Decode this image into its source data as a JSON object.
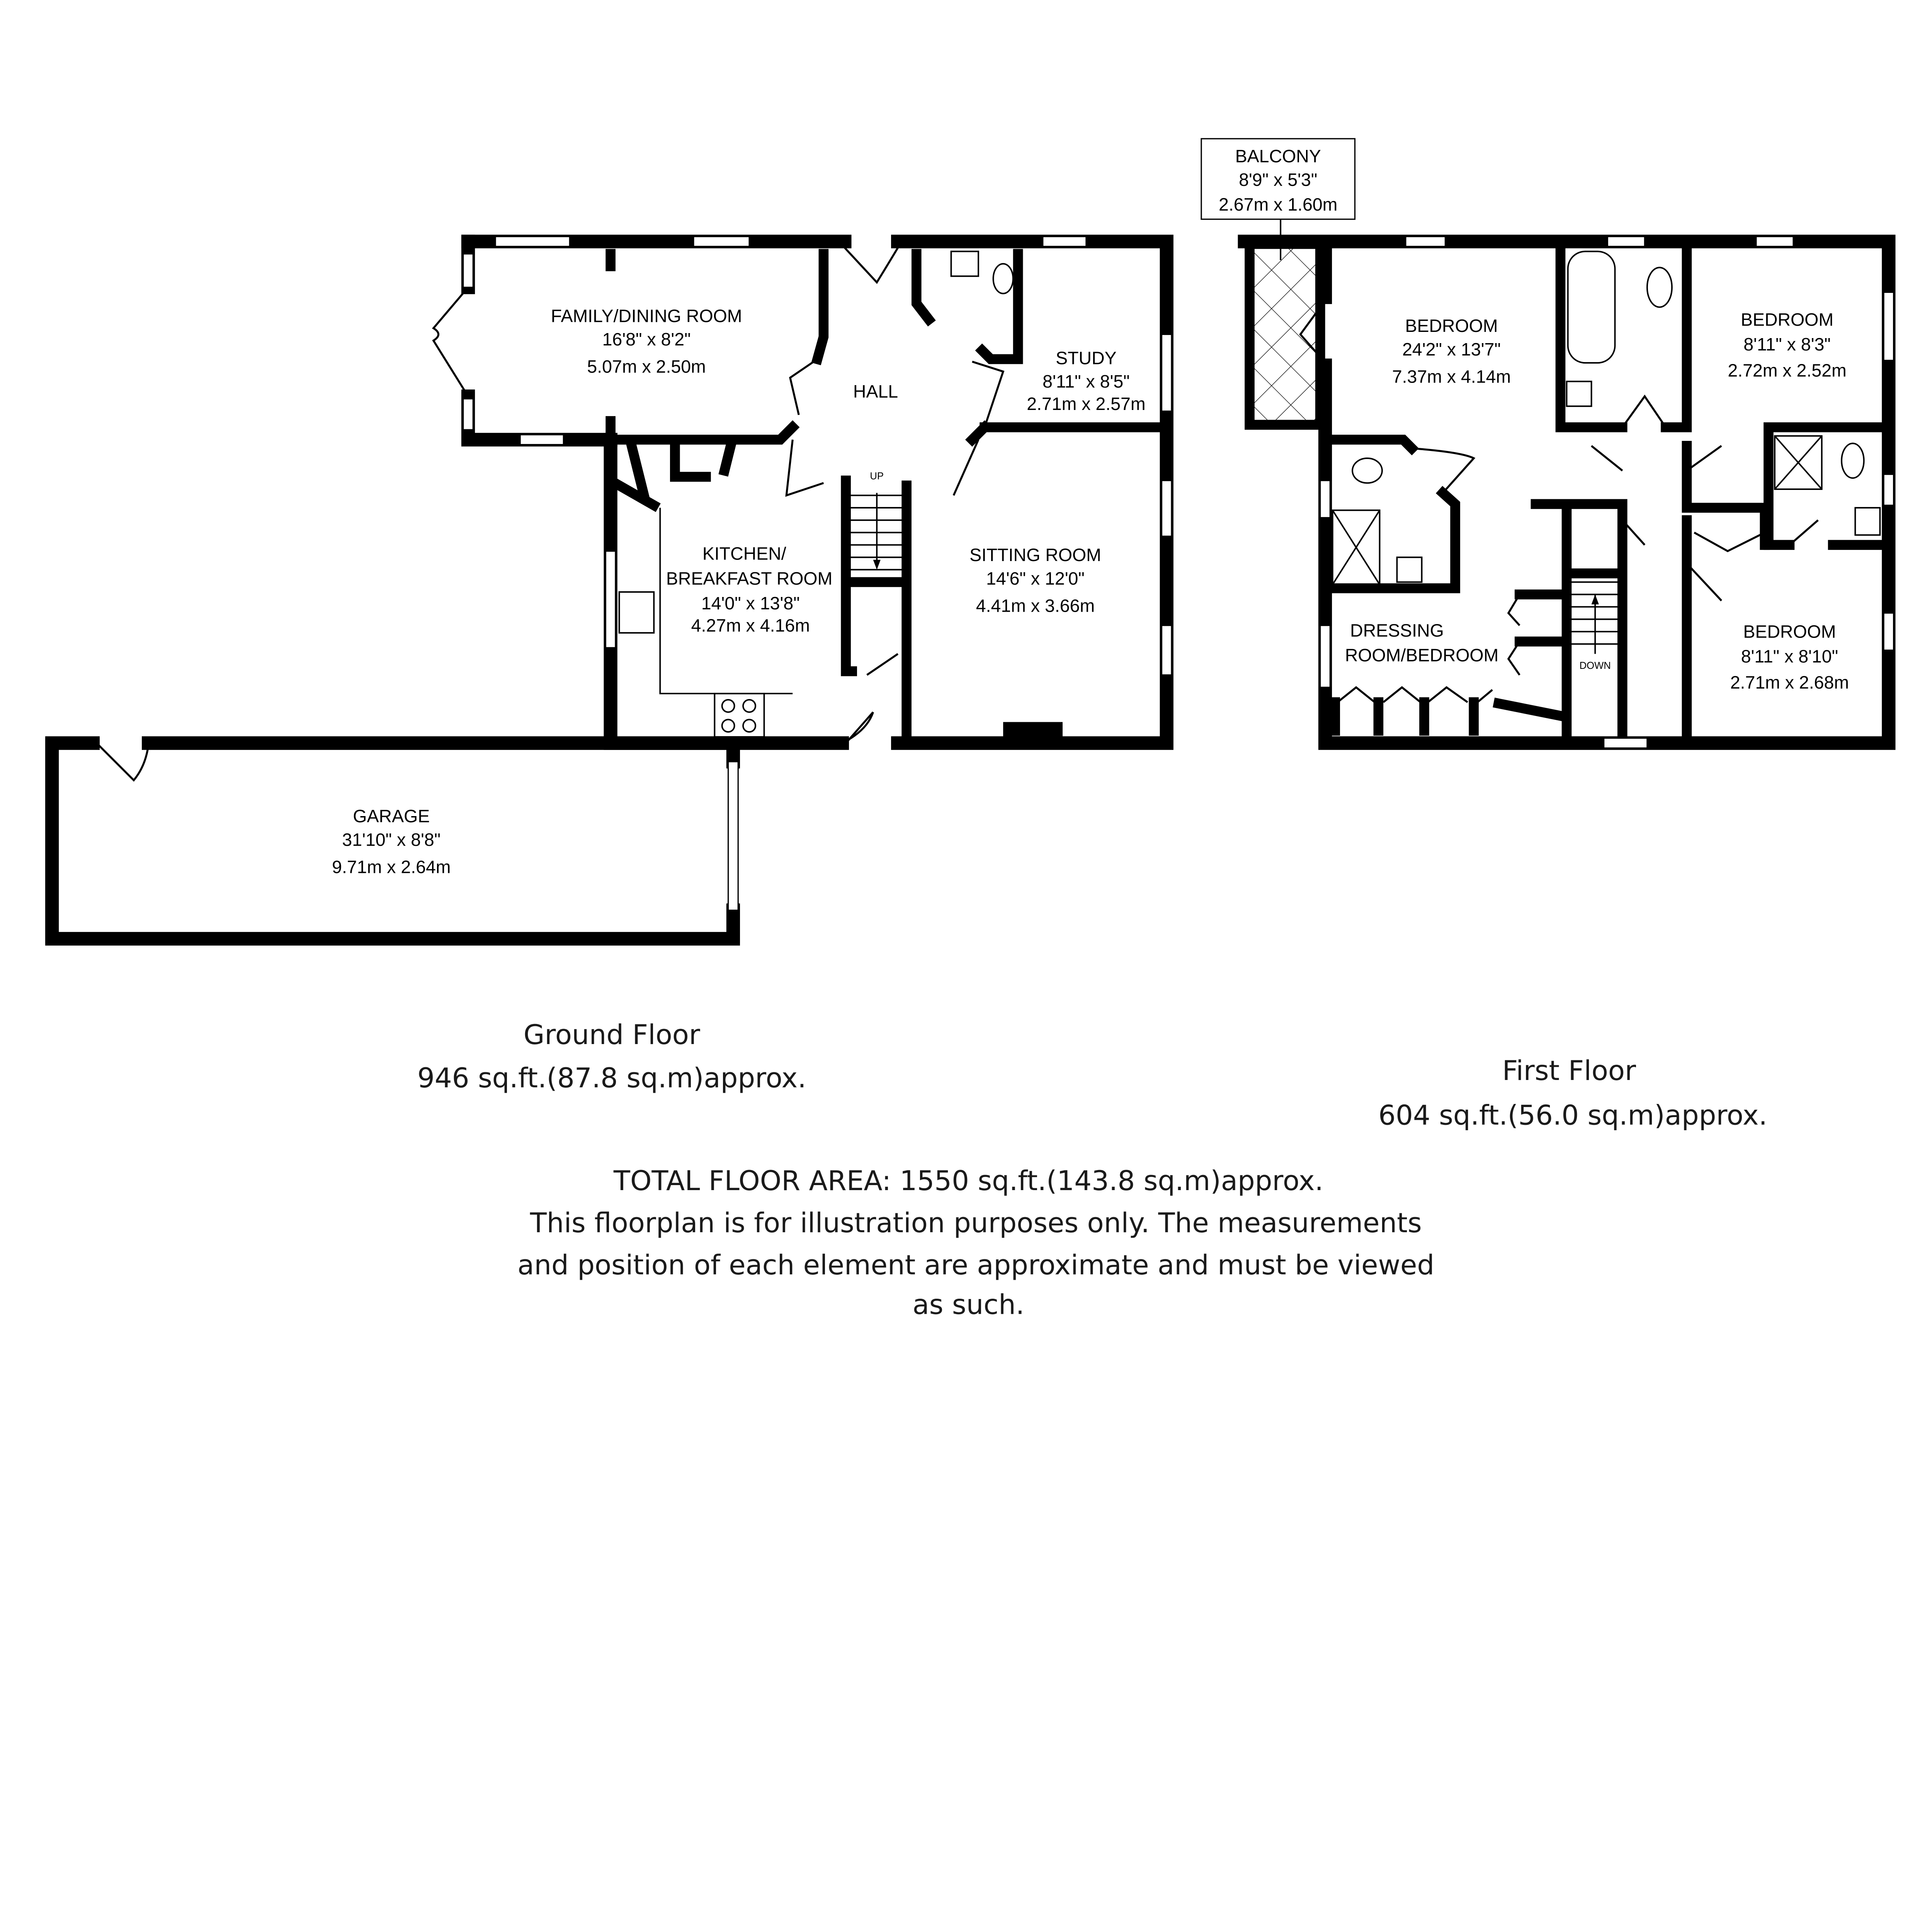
{
  "ground_floor": {
    "rooms": [
      {
        "name": "FAMILY/DINING ROOM",
        "imperial": "16'8\" x 8'2\"",
        "metric": "5.07m x 2.50m"
      },
      {
        "name": "HALL"
      },
      {
        "name": "STUDY",
        "imperial": "8'11\" x 8'5\"",
        "metric": "2.71m x 2.57m"
      },
      {
        "name": "KITCHEN/",
        "name2": "BREAKFAST ROOM",
        "imperial": "14'0\" x 13'8\"",
        "metric": "4.27m x 4.16m"
      },
      {
        "name": "SITTING ROOM",
        "imperial": "14'6\" x 12'0\"",
        "metric": "4.41m x 3.66m"
      },
      {
        "name": "GARAGE",
        "imperial": "31'10\" x 8'8\"",
        "metric": "9.71m x 2.64m"
      }
    ],
    "stairs_label": "UP",
    "title": "Ground Floor",
    "area": "946 sq.ft.(87.8 sq.m)approx."
  },
  "first_floor": {
    "rooms": [
      {
        "name": "BALCONY",
        "imperial": "8'9\" x 5'3\"",
        "metric": "2.67m x 1.60m"
      },
      {
        "name": "BEDROOM",
        "imperial": "24'2\" x 13'7\"",
        "metric": "7.37m x 4.14m"
      },
      {
        "name": "BEDROOM",
        "imperial": "8'11\" x 8'3\"",
        "metric": "2.72m x 2.52m"
      },
      {
        "name": "DRESSING",
        "name2": "ROOM/BEDROOM"
      },
      {
        "name": "BEDROOM",
        "imperial": "8'11\" x 8'10\"",
        "metric": "2.71m x 2.68m"
      }
    ],
    "stairs_label": "DOWN",
    "title": "First Floor",
    "area": "604 sq.ft.(56.0 sq.m)approx."
  },
  "footer": {
    "total": "TOTAL FLOOR AREA: 1550 sq.ft.(143.8 sq.m)approx.",
    "disclaimer_1": "This floorplan is for illustration purposes only. The measurements",
    "disclaimer_2": "and position of each element are approximate and must be viewed",
    "disclaimer_3": "as such."
  }
}
